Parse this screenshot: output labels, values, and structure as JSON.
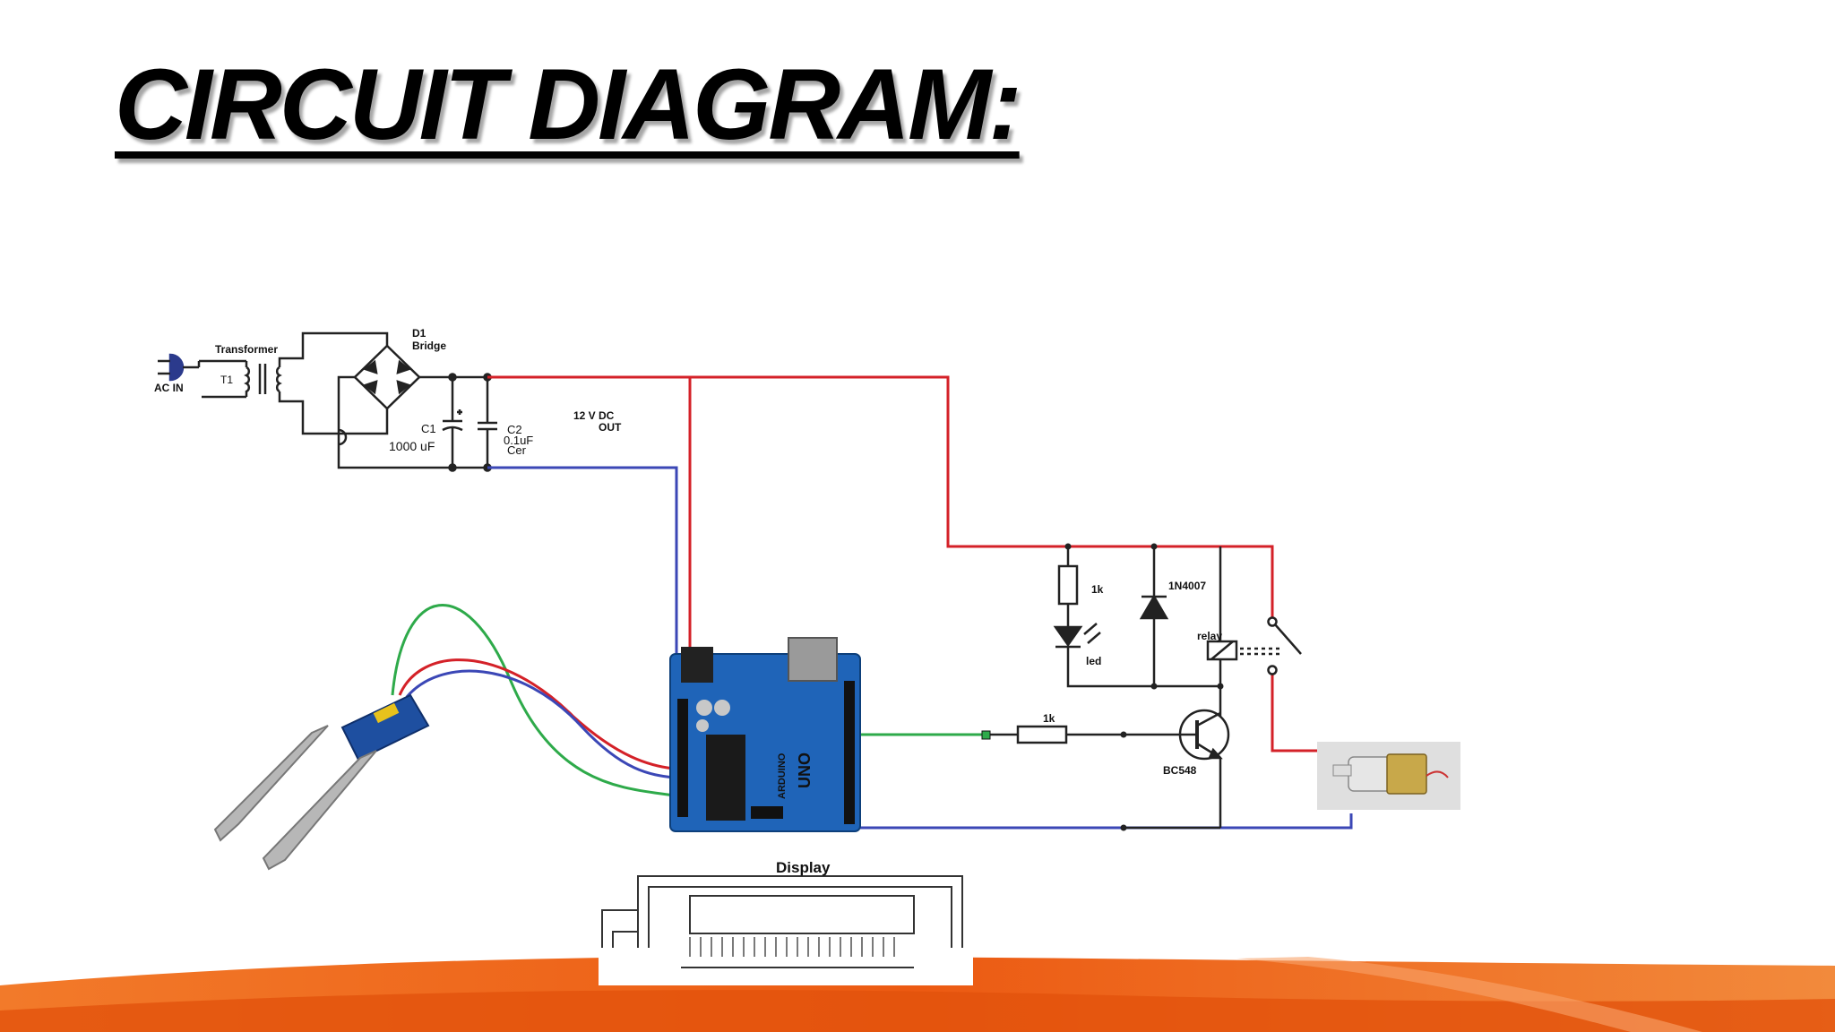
{
  "slide": {
    "title": "CIRCUIT DIAGRAM:"
  },
  "diagram": {
    "labels": {
      "ac_in": "AC IN",
      "transformer": "Transformer",
      "t1": "T1",
      "d1": "D1",
      "bridge": "Bridge",
      "c1": "C1",
      "c1_value": "1000 uF",
      "c2": "C2",
      "c2_value": "0.1uF",
      "c2_type": "Cer",
      "dc_out_1": "12 V DC",
      "dc_out_2": "OUT",
      "r_led": "1k",
      "diode": "1N4007",
      "relay": "relay",
      "led": "led",
      "r_base": "1k",
      "transistor": "BC548",
      "display": "Display",
      "board_brand": "ARDUINO",
      "board_model": "UNO"
    },
    "wire_colors": {
      "positive": "#d42128",
      "ground": "#3b47b6",
      "signal": "#2eaa4a",
      "schematic": "#222222"
    },
    "accent_colors": {
      "board": "#1f64b8",
      "sensor": "#1e4fa0",
      "footer_orange": "#f06a1d"
    }
  }
}
